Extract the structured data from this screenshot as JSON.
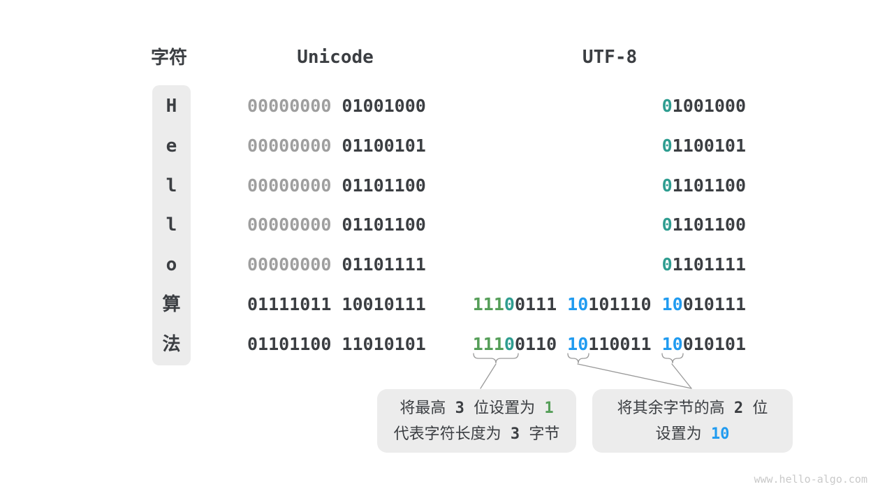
{
  "headers": {
    "char": "字符",
    "unicode": "Unicode",
    "utf8": "UTF-8"
  },
  "rows": [
    {
      "char": "H",
      "unicode": [
        [
          {
            "t": "00000000",
            "c": "gray"
          }
        ],
        [
          {
            "t": "01001000",
            "c": "dark"
          }
        ]
      ],
      "utf8": [
        [
          {
            "t": "0",
            "c": "teal"
          },
          {
            "t": "1001000",
            "c": "dark"
          }
        ]
      ]
    },
    {
      "char": "e",
      "unicode": [
        [
          {
            "t": "00000000",
            "c": "gray"
          }
        ],
        [
          {
            "t": "01100101",
            "c": "dark"
          }
        ]
      ],
      "utf8": [
        [
          {
            "t": "0",
            "c": "teal"
          },
          {
            "t": "1100101",
            "c": "dark"
          }
        ]
      ]
    },
    {
      "char": "l",
      "unicode": [
        [
          {
            "t": "00000000",
            "c": "gray"
          }
        ],
        [
          {
            "t": "01101100",
            "c": "dark"
          }
        ]
      ],
      "utf8": [
        [
          {
            "t": "0",
            "c": "teal"
          },
          {
            "t": "1101100",
            "c": "dark"
          }
        ]
      ]
    },
    {
      "char": "l",
      "unicode": [
        [
          {
            "t": "00000000",
            "c": "gray"
          }
        ],
        [
          {
            "t": "01101100",
            "c": "dark"
          }
        ]
      ],
      "utf8": [
        [
          {
            "t": "0",
            "c": "teal"
          },
          {
            "t": "1101100",
            "c": "dark"
          }
        ]
      ]
    },
    {
      "char": "o",
      "unicode": [
        [
          {
            "t": "00000000",
            "c": "gray"
          }
        ],
        [
          {
            "t": "01101111",
            "c": "dark"
          }
        ]
      ],
      "utf8": [
        [
          {
            "t": "0",
            "c": "teal"
          },
          {
            "t": "1101111",
            "c": "dark"
          }
        ]
      ]
    },
    {
      "char": "算",
      "unicode": [
        [
          {
            "t": "01111011",
            "c": "dark"
          }
        ],
        [
          {
            "t": "10010111",
            "c": "dark"
          }
        ]
      ],
      "utf8": [
        [
          {
            "t": "111",
            "c": "green"
          },
          {
            "t": "0",
            "c": "teal"
          },
          {
            "t": "0111",
            "c": "dark"
          }
        ],
        [
          {
            "t": "10",
            "c": "blue"
          },
          {
            "t": "101110",
            "c": "dark"
          }
        ],
        [
          {
            "t": "10",
            "c": "blue"
          },
          {
            "t": "010111",
            "c": "dark"
          }
        ]
      ]
    },
    {
      "char": "法",
      "unicode": [
        [
          {
            "t": "01101100",
            "c": "dark"
          }
        ],
        [
          {
            "t": "11010101",
            "c": "dark"
          }
        ]
      ],
      "utf8": [
        [
          {
            "t": "111",
            "c": "green"
          },
          {
            "t": "0",
            "c": "teal"
          },
          {
            "t": "0110",
            "c": "dark"
          }
        ],
        [
          {
            "t": "10",
            "c": "blue"
          },
          {
            "t": "110011",
            "c": "dark"
          }
        ],
        [
          {
            "t": "10",
            "c": "blue"
          },
          {
            "t": "010101",
            "c": "dark"
          }
        ]
      ]
    }
  ],
  "callouts": [
    {
      "lines": [
        [
          {
            "t": "将最高",
            "c": "text"
          },
          {
            "t": " 3 ",
            "c": "num"
          },
          {
            "t": "位设置为",
            "c": "text"
          },
          {
            "t": " 1",
            "c": "num-green"
          }
        ],
        [
          {
            "t": "代表字符长度为",
            "c": "text"
          },
          {
            "t": " 3 ",
            "c": "num"
          },
          {
            "t": "字节",
            "c": "text"
          }
        ]
      ]
    },
    {
      "lines": [
        [
          {
            "t": "将其余字节的高",
            "c": "text"
          },
          {
            "t": " 2 ",
            "c": "num"
          },
          {
            "t": "位",
            "c": "text"
          }
        ],
        [
          {
            "t": "设置为",
            "c": "text"
          },
          {
            "t": " 10",
            "c": "num-blue"
          }
        ]
      ]
    }
  ],
  "watermark": "www.hello-algo.com",
  "colors": {
    "dark_text": "#3b3e42",
    "gray_bits": "#9e9e9e",
    "teal_bit": "#2e9d90",
    "green_bits": "#559e58",
    "blue_bits": "#209bf0",
    "panel_bg": "#ececec",
    "connector": "#9a9a9a",
    "watermark": "#c9c9c9"
  }
}
